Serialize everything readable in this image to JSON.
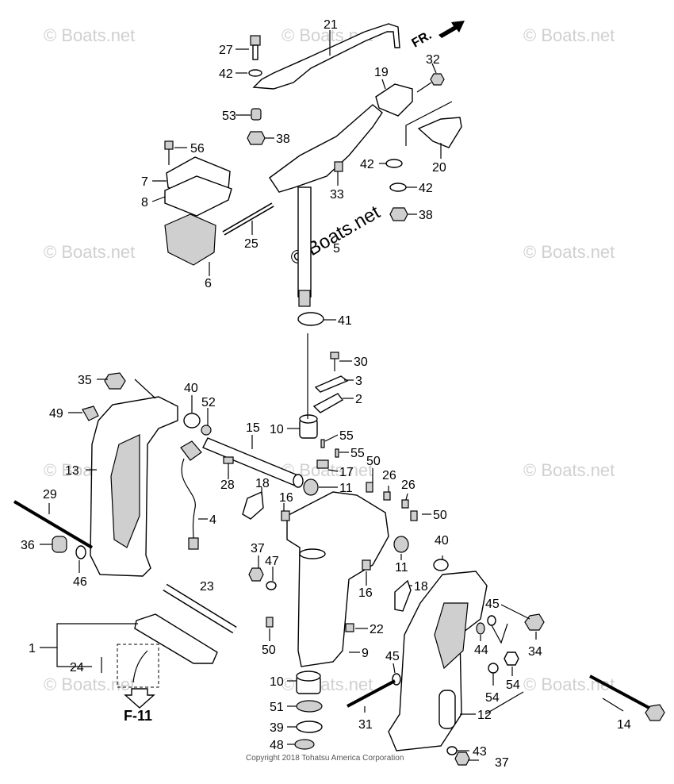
{
  "watermark": "© Boats.net",
  "copyright": "Copyright 2018 Tohatsu America Corporation",
  "front_label": "FR.",
  "ref_label": "F-11",
  "callouts": {
    "c1": "1",
    "c2": "2",
    "c3": "3",
    "c4": "4",
    "c5": "5",
    "c6": "6",
    "c7": "7",
    "c8": "8",
    "c9": "9",
    "c10a": "10",
    "c10b": "10",
    "c11a": "11",
    "c11b": "11",
    "c12": "12",
    "c13": "13",
    "c14": "14",
    "c15": "15",
    "c16a": "16",
    "c16b": "16",
    "c17": "17",
    "c18a": "18",
    "c18b": "18",
    "c19": "19",
    "c20": "20",
    "c21": "21",
    "c22": "22",
    "c23": "23",
    "c24": "24",
    "c25": "25",
    "c26a": "26",
    "c26b": "26",
    "c27": "27",
    "c28": "28",
    "c29": "29",
    "c30": "30",
    "c31": "31",
    "c32": "32",
    "c33": "33",
    "c34": "34",
    "c35": "35",
    "c36": "36",
    "c37a": "37",
    "c37b": "37",
    "c38a": "38",
    "c38b": "38",
    "c39": "39",
    "c40a": "40",
    "c40b": "40",
    "c41": "41",
    "c42a": "42",
    "c42b": "42",
    "c42c": "42",
    "c43": "43",
    "c44": "44",
    "c45a": "45",
    "c45b": "45",
    "c46": "46",
    "c47": "47",
    "c48": "48",
    "c49": "49",
    "c50a": "50",
    "c50b": "50",
    "c50c": "50",
    "c51": "51",
    "c52": "52",
    "c53": "53",
    "c54a": "54",
    "c54b": "54",
    "c55a": "55",
    "c55b": "55",
    "c56": "56"
  }
}
